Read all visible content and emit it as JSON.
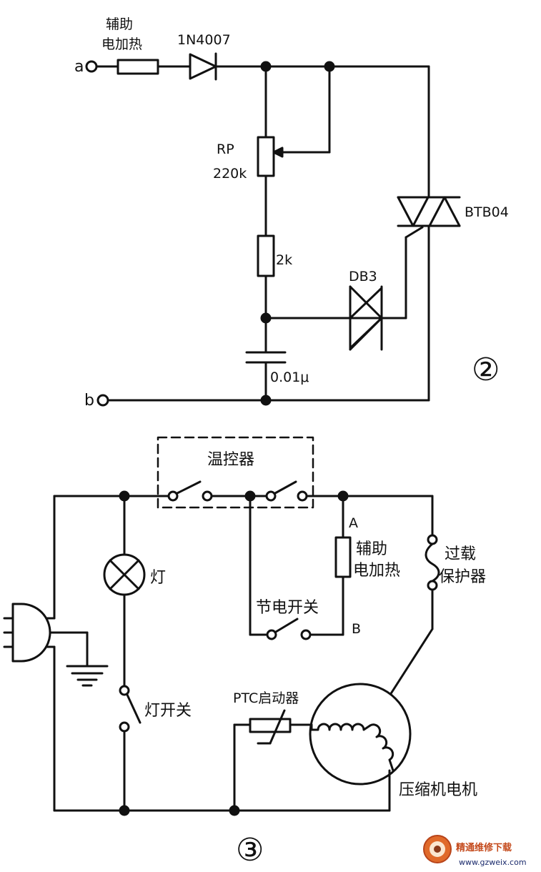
{
  "circuit2": {
    "number": "②",
    "terminal_a": "a",
    "terminal_b": "b",
    "aux_heater_l1": "辅助",
    "aux_heater_l2": "电加热",
    "diode": "1N4007",
    "pot_name": "RP",
    "pot_value": "220k",
    "resistor": "2k",
    "diac": "DB3",
    "capacitor": "0.01μ",
    "triac": "BTB04"
  },
  "circuit3": {
    "number": "③",
    "thermostat": "温控器",
    "lamp": "灯",
    "lamp_switch": "灯开关",
    "node_a": "A",
    "node_b": "B",
    "aux_heater_l1": "辅助",
    "aux_heater_l2": "电加热",
    "saver_switch": "节电开关",
    "overload_l1": "过载",
    "overload_l2": "保护器",
    "ptc": "PTC启动器",
    "motor": "压缩机电机"
  },
  "watermark": {
    "name": "精通维修下载",
    "url": "www.gzweix.com"
  }
}
